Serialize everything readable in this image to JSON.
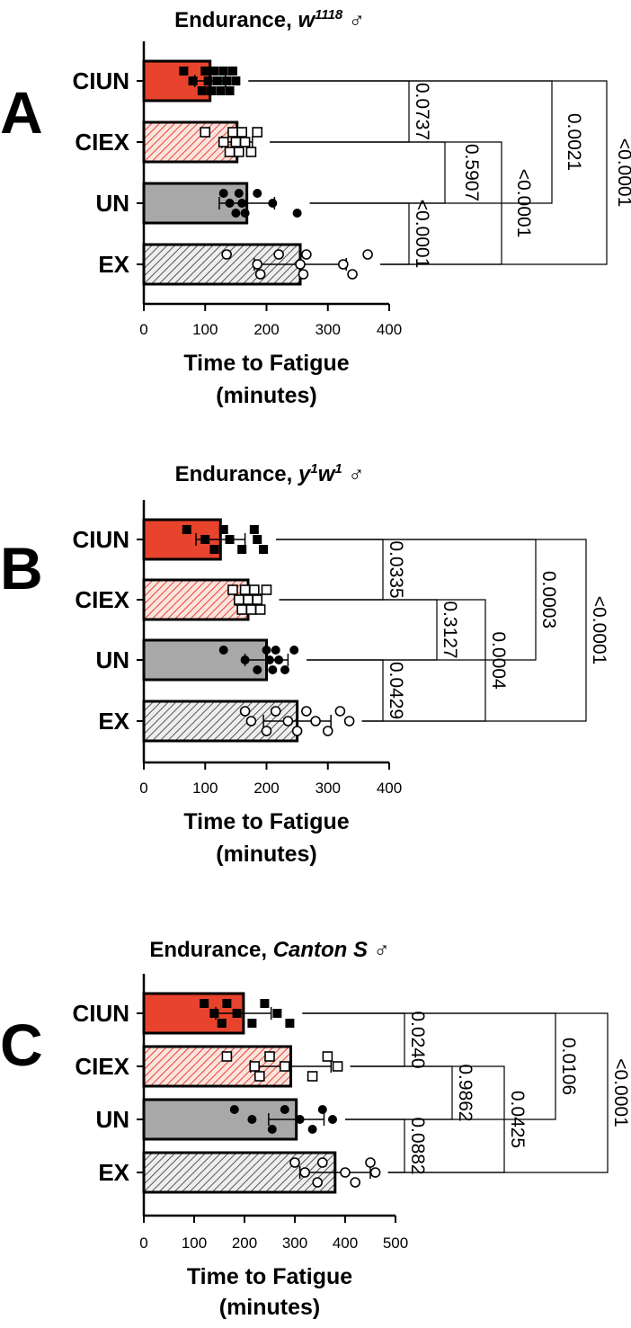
{
  "figure": {
    "xlabel_line1": "Time to Fatigue",
    "xlabel_line2": "(minutes)",
    "male_symbol": "♂",
    "colors": {
      "CIUN": "#e8432d",
      "CIEX": "#f6c6bf",
      "CIEX_hatch": "#e8432d",
      "UN": "#a8a8a8",
      "EX": "#e2e2e2",
      "EX_hatch": "#555555",
      "outline": "#000000"
    }
  },
  "chart_data": [
    {
      "type": "bar",
      "orientation": "horizontal",
      "panel": "A",
      "title_prefix": "Endurance, ",
      "title_genotype": "w",
      "title_superscript": "1118",
      "categories": [
        "CIUN",
        "CIEX",
        "UN",
        "EX"
      ],
      "xlabel": "Time to Fatigue (minutes)",
      "xlim": [
        0,
        400
      ],
      "xticks": [
        0,
        100,
        200,
        300,
        400
      ],
      "means": [
        108,
        152,
        168,
        255
      ],
      "sd": [
        25,
        25,
        45,
        75
      ],
      "points": [
        [
          65,
          80,
          95,
          100,
          105,
          110,
          115,
          120,
          125,
          130,
          135,
          140,
          145,
          150
        ],
        [
          100,
          130,
          140,
          145,
          150,
          155,
          160,
          165,
          175,
          185
        ],
        [
          130,
          140,
          150,
          155,
          160,
          165,
          185,
          210,
          250
        ],
        [
          135,
          185,
          190,
          220,
          255,
          260,
          265,
          325,
          340,
          365
        ]
      ],
      "markers": [
        "filled-square",
        "open-square",
        "filled-circle",
        "open-circle"
      ],
      "comparisons": [
        {
          "groups": [
            "CIUN",
            "CIEX"
          ],
          "p": "0.0737"
        },
        {
          "groups": [
            "CIEX",
            "UN"
          ],
          "p": "0.5907"
        },
        {
          "groups": [
            "UN",
            "EX"
          ],
          "p": "<0.0001"
        },
        {
          "groups": [
            "CIUN",
            "UN"
          ],
          "p": "0.0021"
        },
        {
          "groups": [
            "CIEX",
            "EX"
          ],
          "p": "<0.0001"
        },
        {
          "groups": [
            "CIUN",
            "EX"
          ],
          "p": "<0.0001"
        }
      ]
    },
    {
      "type": "bar",
      "orientation": "horizontal",
      "panel": "B",
      "title_prefix": "Endurance, ",
      "title_genotype": "y",
      "title_superscript": "1",
      "title_genotype2": "w",
      "title_superscript2": "1",
      "categories": [
        "CIUN",
        "CIEX",
        "UN",
        "EX"
      ],
      "xlabel": "Time to Fatigue (minutes)",
      "xlim": [
        0,
        400
      ],
      "xticks": [
        0,
        100,
        200,
        300,
        400
      ],
      "means": [
        125,
        170,
        200,
        250
      ],
      "sd": [
        40,
        20,
        35,
        55
      ],
      "points": [
        [
          70,
          100,
          115,
          130,
          140,
          160,
          180,
          185,
          195
        ],
        [
          145,
          155,
          160,
          165,
          170,
          175,
          180,
          185,
          190,
          200
        ],
        [
          130,
          165,
          185,
          200,
          205,
          210,
          215,
          220,
          230,
          245
        ],
        [
          165,
          175,
          200,
          215,
          235,
          250,
          265,
          280,
          300,
          320,
          335
        ]
      ],
      "markers": [
        "filled-square",
        "open-square",
        "filled-circle",
        "open-circle"
      ],
      "comparisons": [
        {
          "groups": [
            "CIUN",
            "CIEX"
          ],
          "p": "0.0335"
        },
        {
          "groups": [
            "CIEX",
            "UN"
          ],
          "p": "0.3127"
        },
        {
          "groups": [
            "UN",
            "EX"
          ],
          "p": "0.0429"
        },
        {
          "groups": [
            "CIEX",
            "EX"
          ],
          "p": "0.0004"
        },
        {
          "groups": [
            "CIUN",
            "UN"
          ],
          "p": "0.0003"
        },
        {
          "groups": [
            "CIUN",
            "EX"
          ],
          "p": "<0.0001"
        }
      ]
    },
    {
      "type": "bar",
      "orientation": "horizontal",
      "panel": "C",
      "title_prefix": "Endurance, ",
      "title_genotype": "Canton S",
      "categories": [
        "CIUN",
        "CIEX",
        "UN",
        "EX"
      ],
      "xlabel": "Time to Fatigue (minutes)",
      "xlim": [
        0,
        500
      ],
      "xticks": [
        0,
        100,
        200,
        300,
        400,
        500
      ],
      "means": [
        198,
        292,
        303,
        380
      ],
      "sd": [
        55,
        80,
        55,
        70
      ],
      "points": [
        [
          120,
          140,
          155,
          165,
          185,
          215,
          240,
          265,
          290
        ],
        [
          165,
          220,
          230,
          250,
          280,
          335,
          365,
          385
        ],
        [
          180,
          215,
          255,
          280,
          310,
          335,
          355,
          375
        ],
        [
          300,
          320,
          345,
          355,
          400,
          420,
          450,
          460
        ]
      ],
      "markers": [
        "filled-square",
        "open-square",
        "filled-circle",
        "open-circle"
      ],
      "comparisons": [
        {
          "groups": [
            "CIUN",
            "CIEX"
          ],
          "p": "0.0240"
        },
        {
          "groups": [
            "CIEX",
            "UN"
          ],
          "p": "0.9862"
        },
        {
          "groups": [
            "UN",
            "EX"
          ],
          "p": "0.0882"
        },
        {
          "groups": [
            "CIEX",
            "EX"
          ],
          "p": "0.0425"
        },
        {
          "groups": [
            "CIUN",
            "UN"
          ],
          "p": "0.0106"
        },
        {
          "groups": [
            "CIUN",
            "EX"
          ],
          "p": "<0.0001"
        }
      ]
    }
  ]
}
